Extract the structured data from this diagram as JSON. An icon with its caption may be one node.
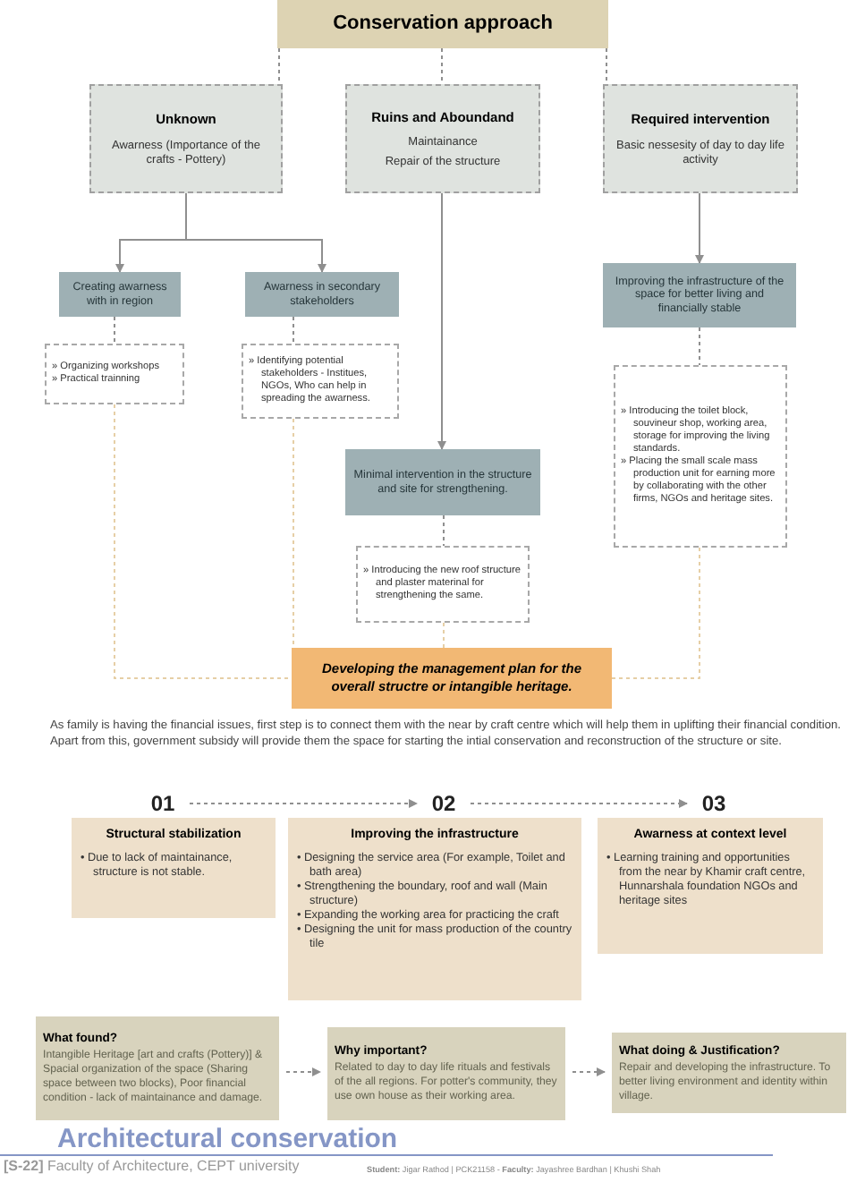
{
  "diagram": {
    "nodes": [
      {
        "text": [
          "Conservation approach"
        ]
      },
      {
        "text": [
          "Unknown",
          "Awarness (Importance of the crafts - Pottery)"
        ]
      },
      {
        "text": [
          "Ruins and Aboundand",
          "Maintainance",
          "Repair of the structure"
        ]
      },
      {
        "text": [
          "Required intervention",
          "Basic nessesity of day to day life activity"
        ]
      },
      {
        "text": [
          "Creating awarness with in region"
        ]
      },
      {
        "text": [
          "Awarness in secondary stakeholders"
        ]
      },
      {
        "text": [
          "» Organizing workshops",
          "» Practical trainning"
        ]
      },
      {
        "text": [
          "» Identifying potential stakeholders - Institues, NGOs, Who can help in spreading the awarness."
        ]
      },
      {
        "text": [
          "Improving the infrastructure of the space for better living and financially stable"
        ]
      },
      {
        "text": [
          "» Introducing the toilet block, souvineur shop, working area, storage for improving the living standards.",
          "» Placing the small scale mass production unit for earning more by collaborating with the other firms, NGOs and heritage sites."
        ]
      },
      {
        "text": [
          "Minimal intervention in the structure and site for strengthening."
        ]
      },
      {
        "text": [
          "» Introducing the new roof structure and plaster materinal for strengthening the same."
        ]
      },
      {
        "text": [
          "Developing the management plan for the overall structre or intangible heritage."
        ]
      },
      {
        "text": [
          "01"
        ]
      },
      {
        "text": [
          "02"
        ]
      },
      {
        "text": [
          "03"
        ]
      },
      {
        "text": [
          "Structural stabilization",
          "• Due to lack of maintainance, structure is not stable."
        ]
      },
      {
        "text": [
          "Improving the infrastructure",
          "• Designing the service area (For example, Toilet and bath area)",
          "• Strengthening the boundary, roof and wall (Main structure)",
          "• Expanding the working area for practicing the craft",
          "• Designing the unit for mass production of the country tile"
        ]
      },
      {
        "text": [
          "Awarness at context level",
          "• Learning training and opportunities from the near by Khamir craft centre, Hunnarshala foundation NGOs and heritage sites"
        ]
      },
      {
        "text": [
          "What found?",
          "Intangible Heritage [art and crafts (Pottery)] & Spacial organization of the space (Sharing space between two blocks), Poor financial condition - lack of maintainance and damage."
        ]
      },
      {
        "text": [
          "Why important?",
          "Related to day to day life rituals and festivals of the all regions. For potter's community, they use own house as their working area."
        ]
      },
      {
        "text": [
          "What doing & Justification?",
          "Repair and developing the infrastructure. To better living environment and identity within village."
        ]
      }
    ],
    "edges": [
      {
        "from": 0,
        "to": 1,
        "arrow": "none",
        "style": "dashed"
      },
      {
        "from": 0,
        "to": 2,
        "arrow": "none",
        "style": "dashed"
      },
      {
        "from": 0,
        "to": 3,
        "arrow": "none",
        "style": "dashed"
      },
      {
        "from": 1,
        "to": 4,
        "arrow": "to"
      },
      {
        "from": 1,
        "to": 5,
        "arrow": "to"
      },
      {
        "from": 2,
        "to": 10,
        "arrow": "to"
      },
      {
        "from": 3,
        "to": 8,
        "arrow": "to"
      },
      {
        "from": 4,
        "to": 6,
        "arrow": "none",
        "style": "dashed"
      },
      {
        "from": 5,
        "to": 7,
        "arrow": "none",
        "style": "dashed"
      },
      {
        "from": 8,
        "to": 9,
        "arrow": "none",
        "style": "dashed"
      },
      {
        "from": 10,
        "to": 11,
        "arrow": "none",
        "style": "dashed"
      },
      {
        "from": 6,
        "to": 12,
        "arrow": "none",
        "style": "dashed",
        "color": "#e6cfa6"
      },
      {
        "from": 7,
        "to": 12,
        "arrow": "none",
        "style": "dashed",
        "color": "#e6cfa6"
      },
      {
        "from": 9,
        "to": 12,
        "arrow": "none",
        "style": "dashed",
        "color": "#e6cfa6"
      },
      {
        "from": 11,
        "to": 12,
        "arrow": "none",
        "style": "dashed",
        "color": "#e6cfa6"
      },
      {
        "from": 13,
        "to": 14,
        "arrow": "to",
        "style": "dashed"
      },
      {
        "from": 14,
        "to": 15,
        "arrow": "to",
        "style": "dashed"
      },
      {
        "from": 19,
        "to": 20,
        "arrow": "to",
        "style": "dashed"
      },
      {
        "from": 20,
        "to": 21,
        "arrow": "to",
        "style": "dashed"
      }
    ],
    "labels": [
      "As family is having the financial issues, first step is to connect them with the near by craft centre which will help them in uplifting their financial condition. Apart from this, government subsidy will provide them the space for starting the intial conservation and reconstruction of the structure or site.",
      "Architectural conservation",
      "**[S-22]** Faculty of Architecture, CEPT university",
      "**Student:** Jigar Rathod | PCK21158 - **Faculty:** Jayashree Bardhan | Khushi Shah"
    ]
  }
}
